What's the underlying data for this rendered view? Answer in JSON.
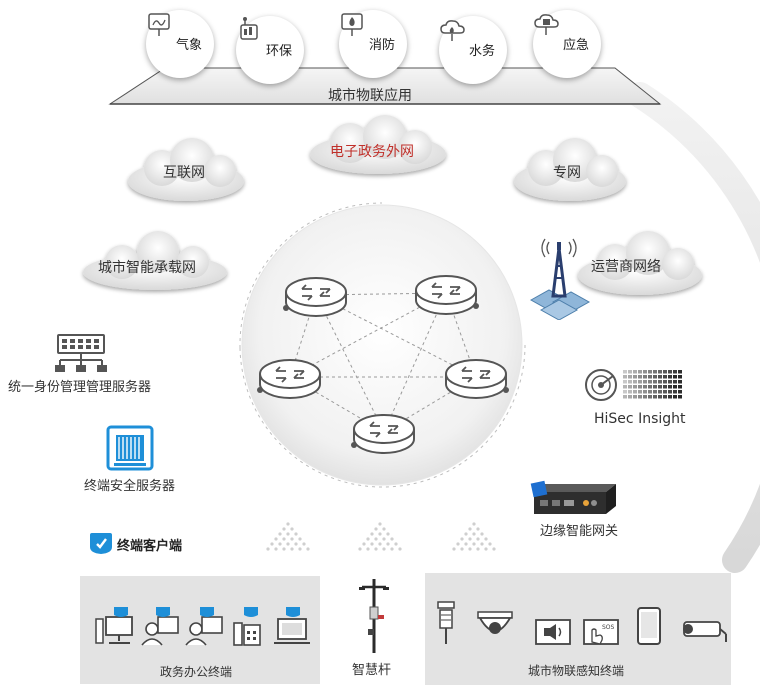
{
  "top_bubbles": [
    {
      "label": "气象",
      "icon": "weather-icon"
    },
    {
      "label": "环保",
      "icon": "environment-icon"
    },
    {
      "label": "消防",
      "icon": "fire-icon"
    },
    {
      "label": "水务",
      "icon": "water-icon"
    },
    {
      "label": "应急",
      "icon": "emergency-icon"
    }
  ],
  "platform_label": "城市物联应用",
  "clouds": {
    "egov": "电子政务外网",
    "internet": "互联网",
    "private": "专网",
    "city_net": "城市智能承载网",
    "carrier": "运营商网络"
  },
  "left_items": {
    "identity_server": "统一身份管理管理服务器",
    "security_server": "终端安全服务器",
    "client": "终端客户端"
  },
  "right_items": {
    "hisec": "HiSec Insight",
    "edge_gateway": "边缘智能网关"
  },
  "bottom": {
    "office_terminals": "政务办公终端",
    "smart_pole": "智慧杆",
    "iot_terminals": "城市物联感知终端"
  },
  "colors": {
    "accent_blue": "#1e8fd8",
    "egov_red": "#c0302a",
    "panel_gray": "#e3e3e3"
  }
}
